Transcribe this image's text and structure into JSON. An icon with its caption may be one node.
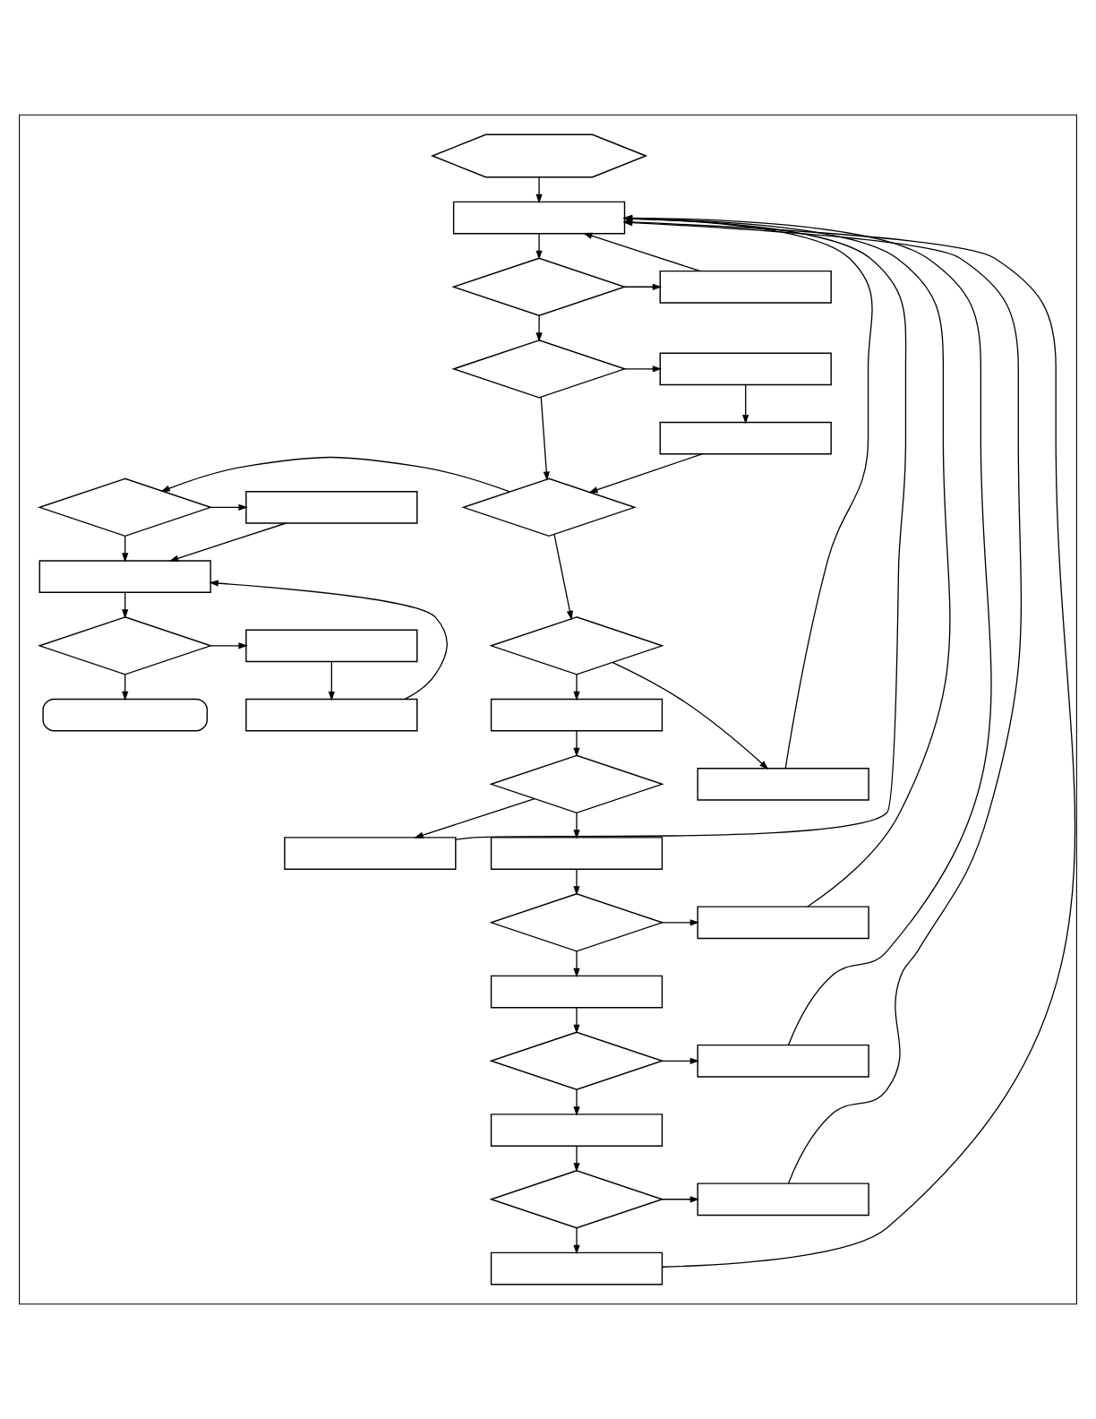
{
  "diagram": {
    "nodes": [
      {
        "text": [],
        "shape": "box"
      },
      {
        "text": [],
        "shape": "hexagon",
        "in": 0
      },
      {
        "text": [],
        "shape": "box",
        "in": 0
      },
      {
        "text": [],
        "shape": "diamond",
        "in": 0
      },
      {
        "text": [],
        "shape": "box",
        "in": 0
      },
      {
        "text": [],
        "shape": "diamond",
        "in": 0
      },
      {
        "text": [],
        "shape": "box",
        "in": 0
      },
      {
        "text": [],
        "shape": "box",
        "in": 0
      },
      {
        "text": [],
        "shape": "diamond",
        "in": 0
      },
      {
        "text": [],
        "shape": "diamond",
        "in": 0
      },
      {
        "text": [],
        "shape": "box",
        "in": 0
      },
      {
        "text": [],
        "shape": "box",
        "in": 0
      },
      {
        "text": [],
        "shape": "diamond",
        "in": 0
      },
      {
        "text": [],
        "shape": "diamond",
        "in": 0
      },
      {
        "text": [],
        "shape": "box",
        "in": 0
      },
      {
        "text": [],
        "shape": "box",
        "in": 0
      },
      {
        "text": [],
        "shape": "oval",
        "in": 0
      },
      {
        "text": [],
        "shape": "box",
        "in": 0
      },
      {
        "text": [],
        "shape": "diamond",
        "in": 0
      },
      {
        "text": [],
        "shape": "box",
        "in": 0
      },
      {
        "text": [],
        "shape": "box",
        "in": 0
      },
      {
        "text": [],
        "shape": "box",
        "in": 0
      },
      {
        "text": [],
        "shape": "diamond",
        "in": 0
      },
      {
        "text": [],
        "shape": "box",
        "in": 0
      },
      {
        "text": [],
        "shape": "box",
        "in": 0
      },
      {
        "text": [],
        "shape": "diamond",
        "in": 0
      },
      {
        "text": [],
        "shape": "box",
        "in": 0
      },
      {
        "text": [],
        "shape": "box",
        "in": 0
      },
      {
        "text": [],
        "shape": "diamond",
        "in": 0
      },
      {
        "text": [],
        "shape": "box",
        "in": 0
      },
      {
        "text": [],
        "shape": "box",
        "in": 0
      }
    ],
    "edges": [
      {
        "from": 1,
        "to": 2,
        "arrow": "to"
      },
      {
        "from": 2,
        "to": 3,
        "arrow": "to"
      },
      {
        "from": 3,
        "to": 4,
        "arrow": "to"
      },
      {
        "from": 3,
        "to": 5,
        "arrow": "to"
      },
      {
        "from": 5,
        "to": 6,
        "arrow": "to"
      },
      {
        "from": 5,
        "to": 8,
        "arrow": "to"
      },
      {
        "from": 6,
        "to": 7,
        "arrow": "to"
      },
      {
        "from": 7,
        "to": 8,
        "arrow": "to"
      },
      {
        "from": 8,
        "to": 9,
        "arrow": "to"
      },
      {
        "from": 8,
        "to": 12,
        "arrow": "to"
      },
      {
        "from": 9,
        "to": 10,
        "arrow": "to"
      },
      {
        "from": 9,
        "to": 11,
        "arrow": "to"
      },
      {
        "from": 10,
        "to": 11,
        "arrow": "to"
      },
      {
        "from": 11,
        "to": 13,
        "arrow": "to"
      },
      {
        "from": 13,
        "to": 14,
        "arrow": "to"
      },
      {
        "from": 13,
        "to": 16,
        "arrow": "to"
      },
      {
        "from": 14,
        "to": 15,
        "arrow": "to"
      },
      {
        "from": 15,
        "to": 11,
        "arrow": "to"
      },
      {
        "from": 12,
        "to": 19,
        "arrow": "to"
      },
      {
        "from": 12,
        "to": 17,
        "arrow": "to"
      },
      {
        "from": 17,
        "to": 18,
        "arrow": "to"
      },
      {
        "from": 18,
        "to": 20,
        "arrow": "to"
      },
      {
        "from": 18,
        "to": 21,
        "arrow": "to"
      },
      {
        "from": 21,
        "to": 22,
        "arrow": "to"
      },
      {
        "from": 22,
        "to": 23,
        "arrow": "to"
      },
      {
        "from": 22,
        "to": 24,
        "arrow": "to"
      },
      {
        "from": 24,
        "to": 25,
        "arrow": "to"
      },
      {
        "from": 25,
        "to": 26,
        "arrow": "to"
      },
      {
        "from": 25,
        "to": 27,
        "arrow": "to"
      },
      {
        "from": 27,
        "to": 28,
        "arrow": "to"
      },
      {
        "from": 28,
        "to": 29,
        "arrow": "to"
      },
      {
        "from": 28,
        "to": 30,
        "arrow": "to"
      },
      {
        "from": 4,
        "to": 2,
        "arrow": "to"
      },
      {
        "from": 19,
        "to": 2,
        "arrow": "to"
      },
      {
        "from": 20,
        "to": 2,
        "arrow": "to"
      },
      {
        "from": 23,
        "to": 2,
        "arrow": "to"
      },
      {
        "from": 26,
        "to": 2,
        "arrow": "to"
      },
      {
        "from": 29,
        "to": 2,
        "arrow": "to"
      },
      {
        "from": 30,
        "to": 2,
        "arrow": "to"
      }
    ]
  }
}
